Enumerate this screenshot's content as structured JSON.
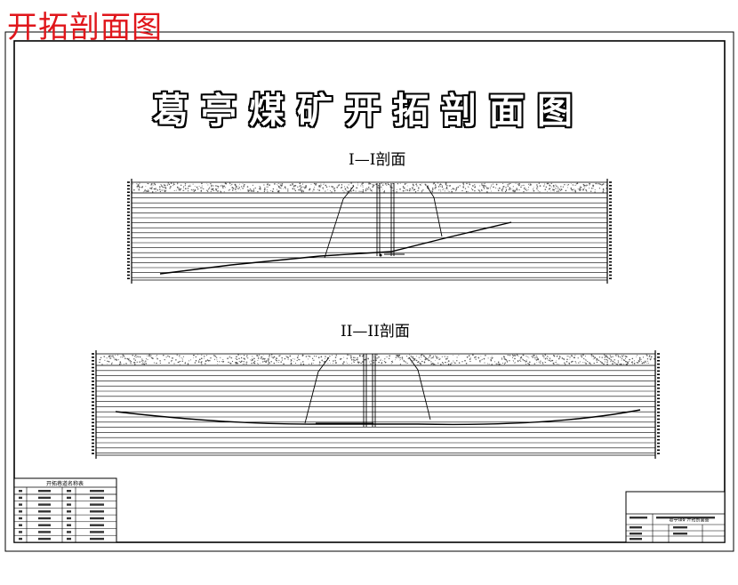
{
  "corner_title": "开拓剖面图",
  "main_title": "葛亭煤矿开拓剖面图",
  "sections": [
    {
      "title": "I—I剖面"
    },
    {
      "title": "II—II剖面"
    }
  ],
  "legend_table": {
    "title": "开拓巷道名称表"
  },
  "title_block": {
    "drawing_name": "葛亭煤矿开拓剖面图"
  }
}
